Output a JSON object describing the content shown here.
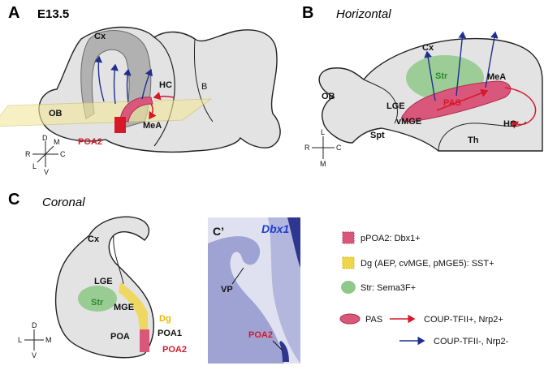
{
  "panels": {
    "a": {
      "letter": "A",
      "stage": "E13.5",
      "labels": {
        "cx": "Cx",
        "hc": "HC",
        "b": "B",
        "ob": "OB",
        "mea": "MeA",
        "poa2": "POA2"
      },
      "axes": {
        "d": "D",
        "m": "M",
        "r": "R",
        "c": "C",
        "l": "L",
        "v": "V"
      }
    },
    "b": {
      "letter": "B",
      "title": "Horizontal",
      "labels": {
        "cx": "Cx",
        "str": "Str",
        "mea": "MeA",
        "ob": "OB",
        "lge": "LGE",
        "pas": "PAS",
        "vmge": "vMGE",
        "spt": "Spt",
        "hc": "HC",
        "th": "Th"
      },
      "axes": {
        "l": "L",
        "r": "R",
        "c": "C",
        "m": "M"
      }
    },
    "c": {
      "letter": "C",
      "title": "Coronal",
      "labels": {
        "cx": "Cx",
        "lge": "LGE",
        "str": "Str",
        "mge": "MGE",
        "dg": "Dg",
        "poa": "POA",
        "poa1": "POA1",
        "poa2": "POA2"
      },
      "axes": {
        "d": "D",
        "l": "L",
        "m": "M",
        "v": "V"
      }
    },
    "cprime": {
      "letter": "C’",
      "gene": "Dbx1",
      "labels": {
        "vp": "VP",
        "poa2": "POA2"
      }
    }
  },
  "legend": {
    "ppoa2": "pPOA2: Dbx1+",
    "dg": "Dg (AEP, cvMGE, pMGE5): SST+",
    "str": "Str: Sema3F+",
    "pas": "PAS",
    "red_arrow": "COUP-TFII+, Nrp2+",
    "blue_arrow": "COUP-TFII-,  Nrp2-"
  },
  "colors": {
    "pink": "#d9577a",
    "red": "#d7182a",
    "blue": "#1f2f8f",
    "yellow": "#f0d64a",
    "green": "#8fc98a",
    "brain": "#e3e3e3",
    "dbx1_stain": "#7f86c9"
  }
}
